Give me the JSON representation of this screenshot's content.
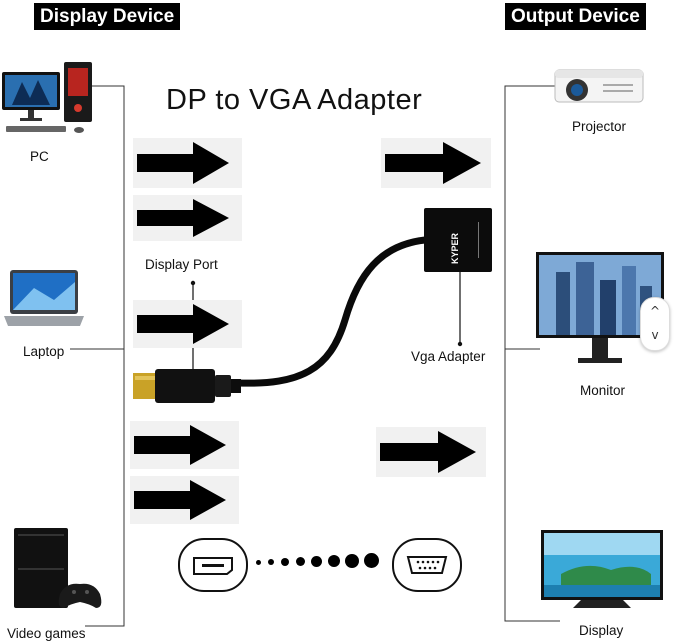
{
  "headers": {
    "left": "Display Device",
    "right": "Output Device"
  },
  "title": "DP to VGA Adapter",
  "input_devices": [
    "PC",
    "Laptop",
    "Video games"
  ],
  "output_devices": [
    "Projector",
    "Monitor",
    "Display"
  ],
  "connector_labels": {
    "display_port": "Display Port",
    "vga_adapter": "Vga Adapter"
  },
  "adapter_brand": "KYPER",
  "scroll_controls": {
    "up": "^",
    "down": "v"
  },
  "icons": [
    "pc-icon",
    "laptop-icon",
    "game-console-icon",
    "projector-icon",
    "monitor-icon",
    "display-icon",
    "arrow-icon",
    "dp-port-icon",
    "vga-port-icon",
    "chevron-up-icon",
    "chevron-down-icon"
  ],
  "colors": {
    "header_bg": "#000000",
    "arrow": "#000000",
    "cable": "#000000"
  }
}
